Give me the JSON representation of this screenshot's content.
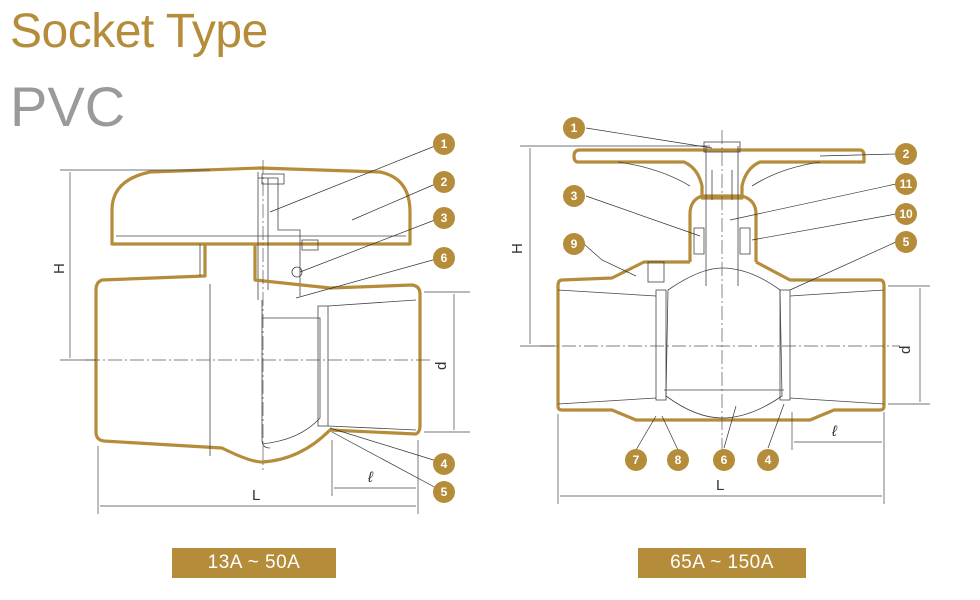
{
  "header": {
    "title": "Socket Type",
    "subtitle": "PVC"
  },
  "colors": {
    "accent": "#b58d3a",
    "subtitle": "#9a9a9a",
    "line": "#444444"
  },
  "left_drawing": {
    "size_range": "13A ~ 50A",
    "dimension_labels": {
      "height": "H",
      "diameter": "d",
      "length": "L",
      "socket_length": "ℓ"
    },
    "callouts": [
      "1",
      "2",
      "3",
      "6",
      "4",
      "5"
    ]
  },
  "right_drawing": {
    "size_range": "65A ~ 150A",
    "dimension_labels": {
      "height": "H",
      "diameter": "d",
      "length": "L",
      "socket_length": "ℓ"
    },
    "callouts": [
      "1",
      "2",
      "3",
      "11",
      "10",
      "9",
      "5",
      "7",
      "8",
      "6",
      "4"
    ]
  }
}
